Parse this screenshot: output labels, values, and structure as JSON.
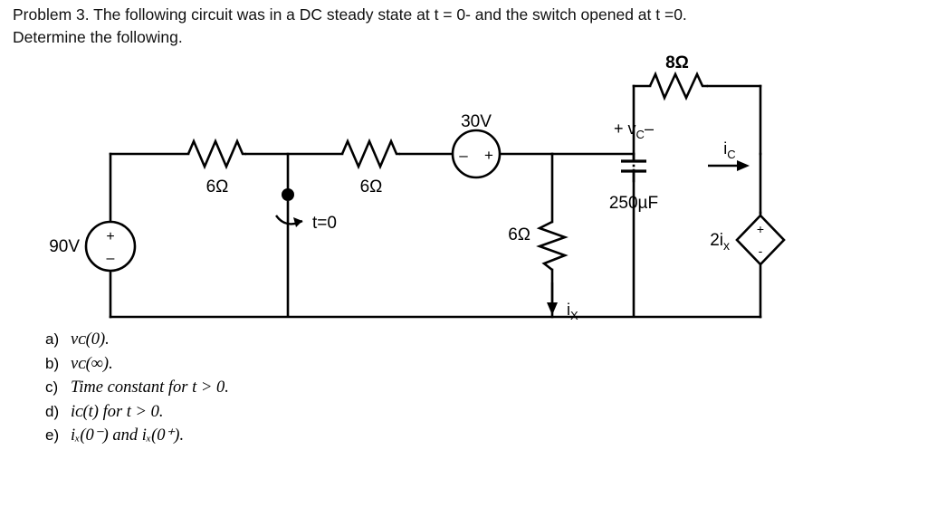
{
  "problem": {
    "line1": "Problem 3. The following circuit was in a DC steady state at t = 0- and the switch opened at t =0.",
    "line2": "Determine the following."
  },
  "circuit": {
    "source_voltage": "90V",
    "resistor_left": "6Ω",
    "resistor_mid": "6Ω",
    "resistor_vertical": "6Ω",
    "resistor_top": "8Ω",
    "switch_label": "t=0",
    "vsource_30": "30V",
    "cap_label": "250µF",
    "cap_polarity": "+ v",
    "cap_polarity_sub": "C",
    "cap_polarity_minus": "–",
    "current_ic": "i",
    "current_ic_sub": "C",
    "current_ix": "i",
    "current_ix_sub": "X",
    "dep_source_label": "2i",
    "dep_source_sub": "x",
    "dep_source_plus": "+",
    "dep_source_minus": "-",
    "vsrc_plus": "+",
    "vsrc_minus": "–",
    "src90_plus": "+",
    "src90_minus": "–"
  },
  "answers": [
    {
      "label": "a)",
      "text": "vᴄ(0)."
    },
    {
      "label": "b)",
      "text": "vᴄ(∞)."
    },
    {
      "label": "c)",
      "text": "Time constant for t > 0."
    },
    {
      "label": "d)",
      "text": "iᴄ(t) for t > 0."
    },
    {
      "label": "e)",
      "text": "iₓ(0⁻) and iₓ(0⁺)."
    }
  ],
  "colors": {
    "ink": "#000000",
    "background": "#ffffff"
  }
}
